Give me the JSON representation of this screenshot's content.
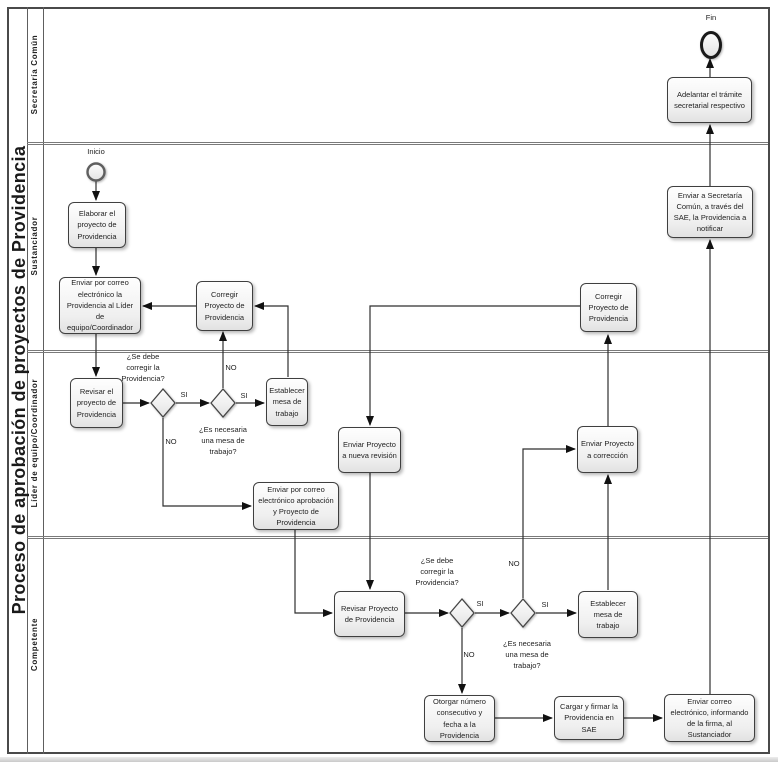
{
  "colors": {
    "ink": "#2b2b2b",
    "box_border": "#3f3f3f",
    "lane_divider": "#7a7a7a"
  },
  "diagram": {
    "title": "Proceso de aprobación de proyectos de Providencia",
    "lanes": [
      {
        "label": "Secretaría Común"
      },
      {
        "label": "Sustanciador"
      },
      {
        "label": "Líder de equipo/Coordinador"
      },
      {
        "label": "Competente"
      }
    ],
    "events": {
      "start": {
        "label": "Inicio"
      },
      "end": {
        "label": "Fin"
      }
    },
    "tasks": {
      "elaborar": {
        "label": "Elaborar el proyecto de Providencia"
      },
      "enviar_providencia_lider": {
        "label": "Enviar por correo electrónico la Providencia al Líder de equipo/Coordinador"
      },
      "corregir_1": {
        "label": "Corregir Proyecto de Providencia"
      },
      "corregir_2": {
        "label": "Corregir Proyecto de Providencia"
      },
      "enviar_secretaria": {
        "label": "Enviar a Secretaría Común, a través del SAE, la Providencia a notificar"
      },
      "adelantar_tramite": {
        "label": "Adelantar el trámite secretarial respectivo"
      },
      "revisar_lider": {
        "label": "Revisar el proyecto de Providencia"
      },
      "establecer_mesa_lider": {
        "label": "Establecer mesa de trabajo"
      },
      "enviar_aprobacion": {
        "label": "Enviar por correo electrónico aprobación y Proyecto de Providencia"
      },
      "enviar_nueva_revision": {
        "label": "Enviar Proyecto a nueva revisión"
      },
      "enviar_correccion": {
        "label": "Enviar Proyecto a corrección"
      },
      "revisar_competente": {
        "label": "Revisar Proyecto de Providencia"
      },
      "establecer_mesa_competente": {
        "label": "Establecer mesa de trabajo"
      },
      "otorgar_numero": {
        "label": "Otorgar número consecutivo y fecha a la Providencia"
      },
      "cargar_firmar": {
        "label": "Cargar y firmar la Providencia en SAE"
      },
      "enviar_correo_firma": {
        "label": "Enviar correo electrónico, informando de la firma, al Sustanciador"
      }
    },
    "decisions": {
      "corregir_lider": {
        "label": "¿Se debe corregir la Providencia?"
      },
      "mesa_lider": {
        "label": "¿Es necesaria una mesa de trabajo?"
      },
      "corregir_competente": {
        "label": "¿Se debe corregir la Providencia?"
      },
      "mesa_competente": {
        "label": "¿Es necesaria una mesa de trabajo?"
      }
    },
    "edge_labels": {
      "lider_corregir_si": "SI",
      "lider_corregir_no": "NO",
      "lider_mesa_si": "SI",
      "lider_mesa_no": "NO",
      "competente_corregir_si": "SI",
      "competente_corregir_no": "NO",
      "competente_mesa_si": "SI",
      "competente_mesa_no": "NO"
    }
  }
}
